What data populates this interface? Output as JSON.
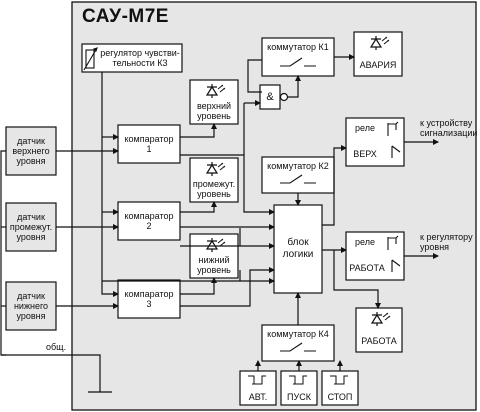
{
  "title": "САУ-М7Е",
  "blocks": {
    "sensor_upper": "датчик\nверхнего\nуровня",
    "sensor_mid": "датчик\nпромежут.\nуровня",
    "sensor_lower": "датчик\nнижнего\nуровня",
    "sensitivity_regulator": "регулятор чувстви-\nтельности К3",
    "comparator_1": "компаратор\n1",
    "comparator_2": "компаратор\n2",
    "comparator_3": "компаратор\n3",
    "ind_upper": "верхний\nуровень",
    "ind_mid": "промежут.\nуровень",
    "ind_lower": "нижний\nуровень",
    "and_gate": "&",
    "switch_k1": "коммутатор К1",
    "switch_k2": "коммутатор К2",
    "switch_k4": "коммутатор К4",
    "alarm_ind": "АВАРИЯ",
    "relay_top_title": "реле",
    "relay_top_name": "ВЕРХ",
    "relay_work_title": "реле",
    "relay_work_name": "РАБОТА",
    "work_ind": "РАБОТА",
    "logic_block": "блок\nлогики",
    "btn_auto": "АВТ.",
    "btn_start": "ПУСК",
    "btn_stop": "СТОП",
    "common": "общ.",
    "out_alarm": "к устройству\nсигнализации",
    "out_pump": "к регулятору\nуровня"
  }
}
